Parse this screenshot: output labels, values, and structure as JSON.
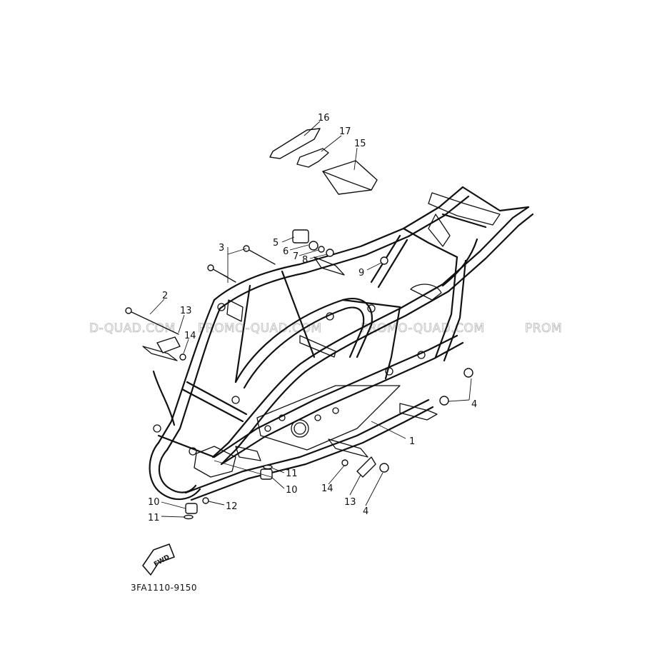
{
  "diagram": {
    "drawing_code": "3FA1110-9150",
    "fwd_label": "FWD",
    "watermarks": [
      "D-QUAD.COM",
      "PROMO-QUAD.COM",
      "PROMO-QUAD.COM",
      "PROM"
    ],
    "callouts": [
      "1",
      "2",
      "3",
      "4",
      "4",
      "5",
      "6",
      "7",
      "8",
      "9",
      "10",
      "10",
      "11",
      "11",
      "12",
      "13",
      "13",
      "14",
      "14",
      "15",
      "16",
      "17"
    ]
  }
}
